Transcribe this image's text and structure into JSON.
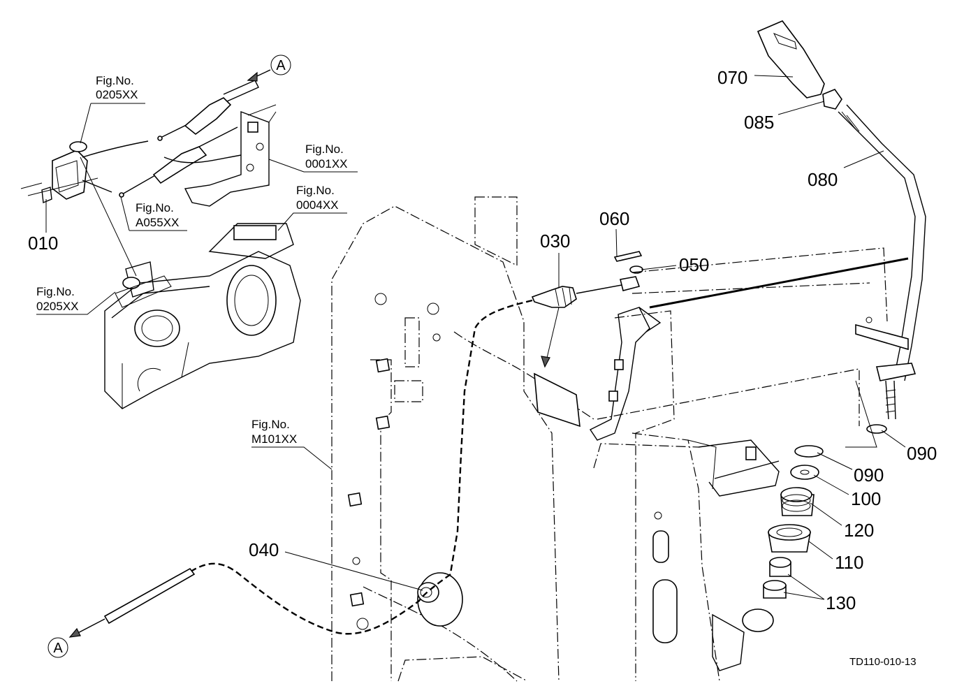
{
  "diagram": {
    "drawing_code": "TD110-010-13",
    "connector_mark": "A",
    "part_numbers": {
      "p010": "010",
      "p030": "030",
      "p040": "040",
      "p050": "050",
      "p060": "060",
      "p070": "070",
      "p080": "080",
      "p085": "085",
      "p090a": "090",
      "p090b": "090",
      "p100": "100",
      "p110": "110",
      "p120": "120",
      "p130": "130"
    },
    "figure_refs": {
      "r1_label": "Fig.No.",
      "r1_code": "0205XX",
      "r2_label": "Fig.No.",
      "r2_code": "0001XX",
      "r3_label": "Fig.No.",
      "r3_code": "0004XX",
      "r4_label": "Fig.No.",
      "r4_code": "A055XX",
      "r5_label": "Fig.No.",
      "r5_code": "0205XX",
      "r6_label": "Fig.No.",
      "r6_code": "M101XX"
    }
  }
}
